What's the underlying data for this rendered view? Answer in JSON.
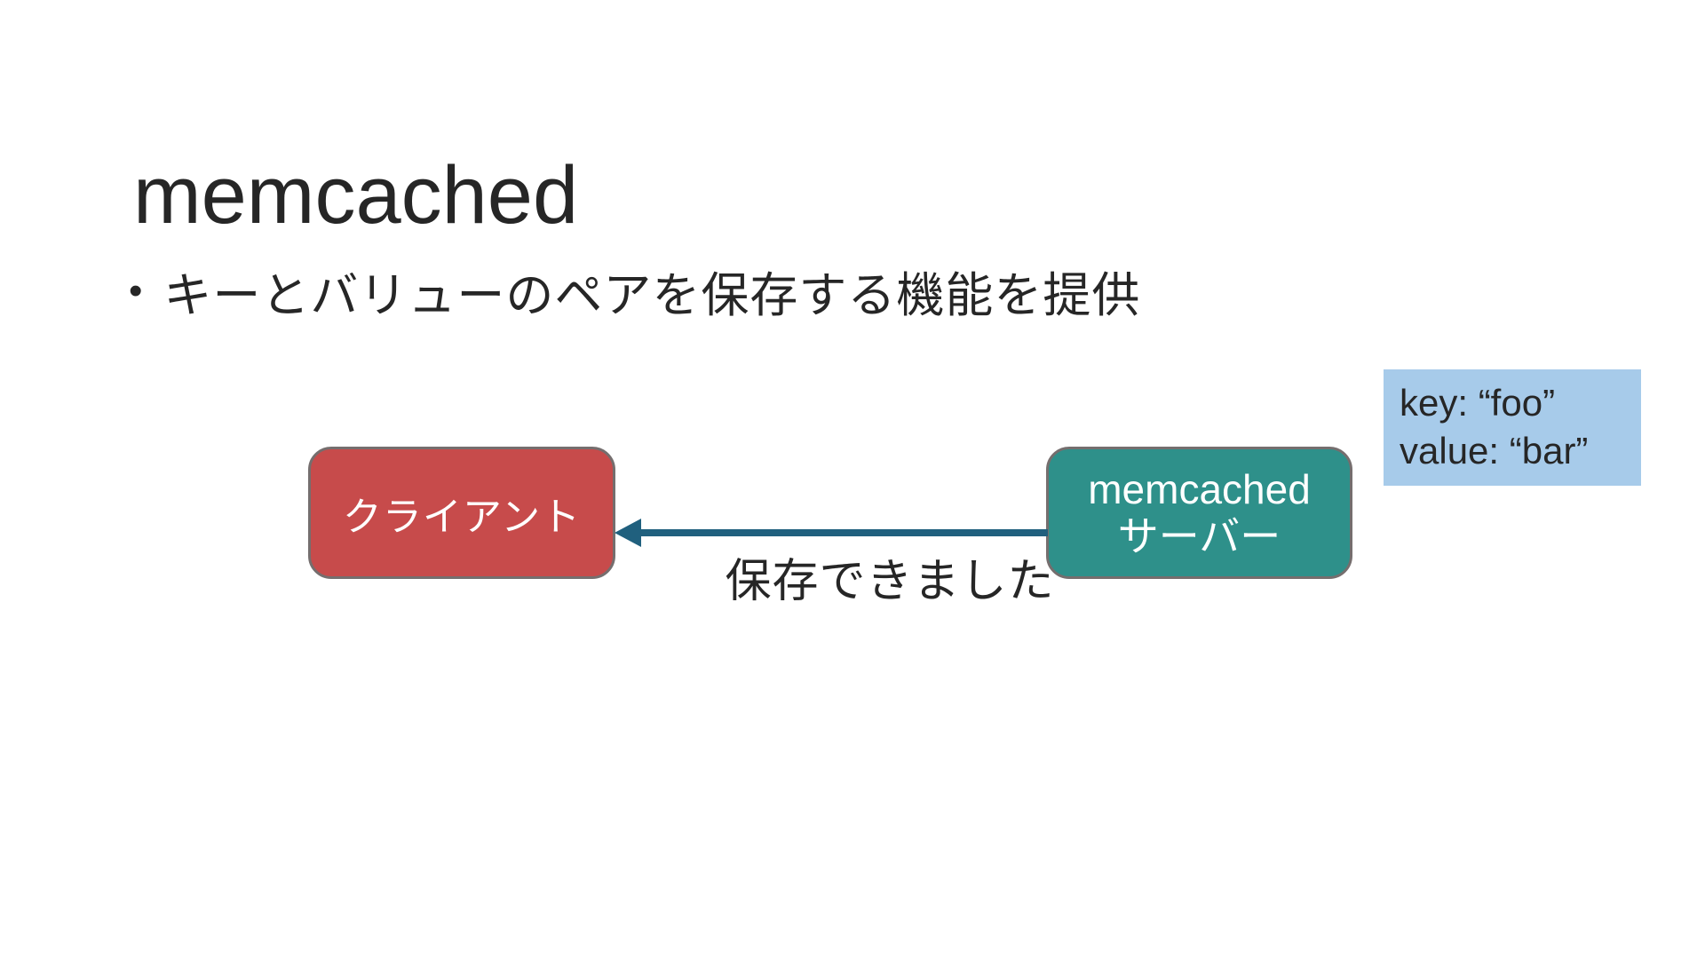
{
  "slide": {
    "title": "memcached",
    "bullet": {
      "marker": "•",
      "text": "キーとバリューのペアを保存する機能を提供"
    },
    "diagram": {
      "client": {
        "label": "クライアント"
      },
      "server": {
        "lines": [
          "memcached",
          "サーバー"
        ]
      },
      "arrow": {
        "label": "保存できました",
        "direction": "right-to-left"
      },
      "kv_callout": {
        "lines": [
          "key: “foo”",
          "value: “bar”"
        ]
      }
    },
    "colors": {
      "client_fill": "#c74b4b",
      "server_fill": "#2e908a",
      "box_border": "#756e6e",
      "arrow": "#20607e",
      "kv_fill": "#a7cbea",
      "text_dark": "#262626"
    }
  }
}
